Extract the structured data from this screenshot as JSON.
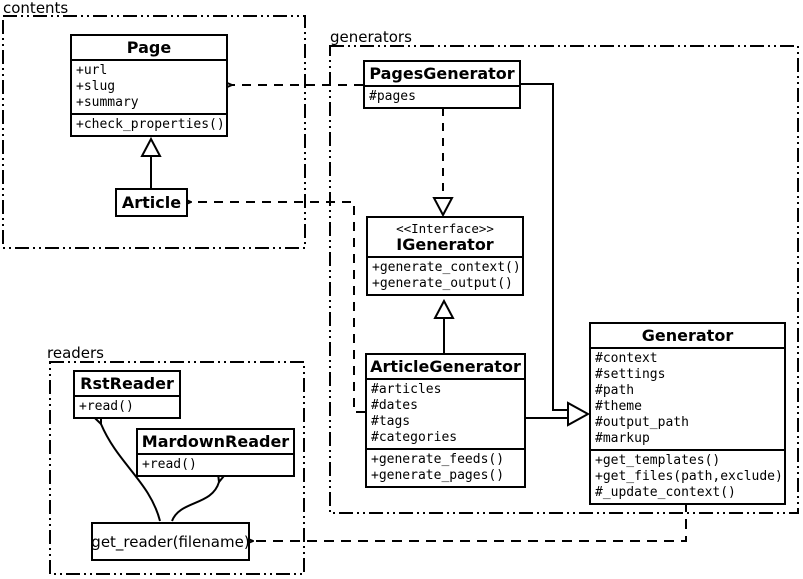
{
  "packages": {
    "contents": {
      "label": "contents"
    },
    "generators": {
      "label": "generators"
    },
    "readers": {
      "label": "readers"
    }
  },
  "classes": {
    "page": {
      "title": "Page",
      "attrs": [
        "+url",
        "+slug",
        "+summary"
      ],
      "methods": [
        "+check_properties()"
      ]
    },
    "article": {
      "title": "Article"
    },
    "pages_generator": {
      "title": "PagesGenerator",
      "attrs": [
        "#pages"
      ]
    },
    "igenerator": {
      "stereotype": "<<Interface>>",
      "title": "IGenerator",
      "methods": [
        "+generate_context()",
        "+generate_output()"
      ]
    },
    "article_generator": {
      "title": "ArticleGenerator",
      "attrs": [
        "#articles",
        "#dates",
        "#tags",
        "#categories"
      ],
      "methods": [
        "+generate_feeds()",
        "+generate_pages()"
      ]
    },
    "generator": {
      "title": "Generator",
      "attrs": [
        "#context",
        "#settings",
        "#path",
        "#theme",
        "#output_path",
        "#markup"
      ],
      "methods": [
        "+get_templates()",
        "+get_files(path,exclude)",
        "#_update_context()"
      ]
    },
    "rst_reader": {
      "title": "RstReader",
      "methods": [
        "+read()"
      ]
    },
    "mardown_reader": {
      "title": "MardownReader",
      "methods": [
        "+read()"
      ]
    },
    "get_reader": {
      "title": "get_reader(filename)"
    }
  },
  "relationships": [
    {
      "from": "Article",
      "to": "Page",
      "type": "generalization-hollow-triangle"
    },
    {
      "from": "PagesGenerator",
      "to": "Page",
      "type": "dashed-dependency-open-arrow"
    },
    {
      "from": "ArticleGenerator",
      "to": "Article",
      "type": "dashed-dependency-open-arrow"
    },
    {
      "from": "PagesGenerator",
      "to": "IGenerator",
      "type": "dashed-realization-hollow-triangle"
    },
    {
      "from": "ArticleGenerator",
      "to": "IGenerator",
      "type": "generalization-hollow-triangle"
    },
    {
      "from": "PagesGenerator",
      "to": "Generator",
      "type": "generalization-hollow-triangle"
    },
    {
      "from": "ArticleGenerator",
      "to": "Generator",
      "type": "generalization-hollow-triangle"
    },
    {
      "from": "Generator",
      "to": "get_reader(filename)",
      "type": "dashed-dependency-open-arrow"
    },
    {
      "from": "get_reader(filename)",
      "to": "RstReader",
      "type": "curved-open-arrow"
    },
    {
      "from": "get_reader(filename)",
      "to": "MardownReader",
      "type": "curved-open-arrow"
    }
  ],
  "colors": {
    "stroke": "#000000",
    "background": "#ffffff"
  }
}
